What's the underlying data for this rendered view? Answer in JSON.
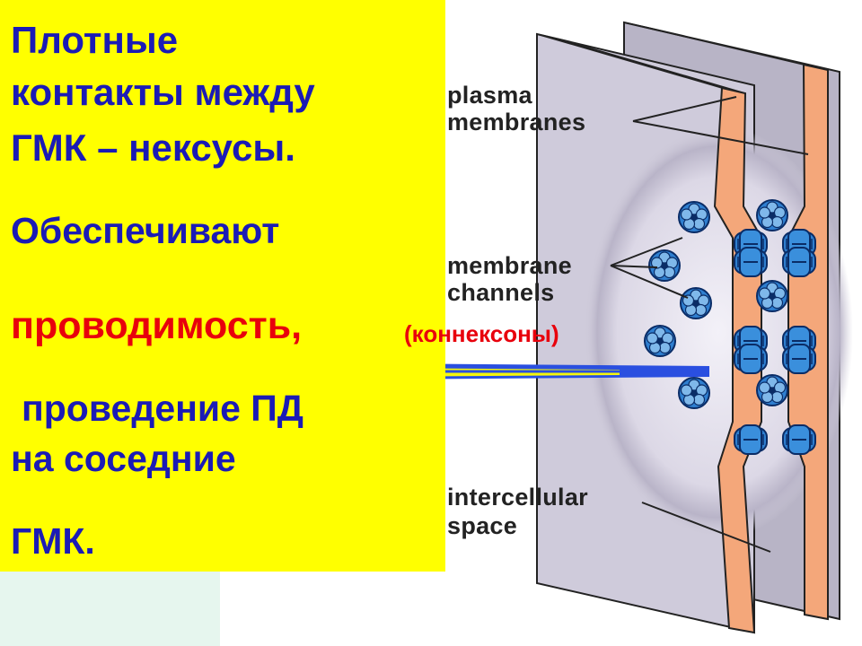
{
  "slide": {
    "line1": "Плотные",
    "line2": "контакты между",
    "line3": "ГМК – нексусы.",
    "line4": "Обеспечивают",
    "line5": "проводимость,",
    "line5_note": "(коннексоны)",
    "line6": "проведение ПД",
    "line7": "на соседние",
    "line8": "ГМК."
  },
  "labels": {
    "plasma_1": "plasma",
    "plasma_2": "membranes",
    "channels_1": "membrane",
    "channels_2": "channels",
    "space_1": "intercellular",
    "space_2": "space"
  },
  "colors": {
    "panel": "#ffff00",
    "text_blue": "#1b1bb5",
    "text_red": "#e8000c",
    "membrane": "#f4a77a",
    "connexon": "#2f7fd0",
    "sheet": "#c9c5d4"
  }
}
